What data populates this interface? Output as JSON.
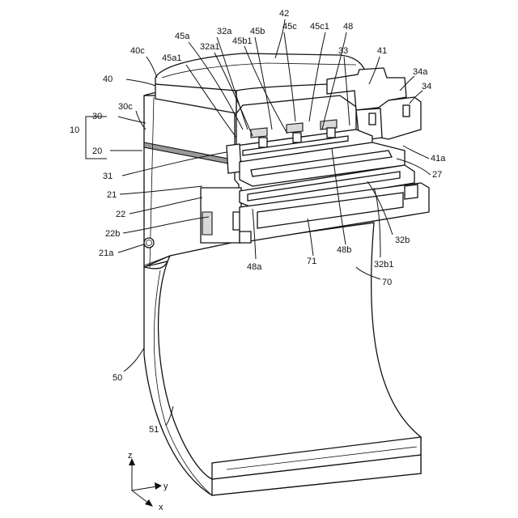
{
  "labels": {
    "l42": "42",
    "l45c": "45c",
    "l45c1": "45c1",
    "l48": "48",
    "l32a": "32a",
    "l45b": "45b",
    "l45a": "45a",
    "l32a1": "32a1",
    "l45b1": "45b1",
    "l40c": "40c",
    "l45a1": "45a1",
    "l33": "33",
    "l41": "41",
    "l40": "40",
    "l34a": "34a",
    "l34": "34",
    "l10": "10",
    "l30": "30",
    "l30c": "30c",
    "l20": "20",
    "l41a": "41a",
    "l31": "31",
    "l27": "27",
    "l21": "21",
    "l22": "22",
    "l22b": "22b",
    "l21a": "21a",
    "l48a": "48a",
    "l71": "71",
    "l48b": "48b",
    "l32b": "32b",
    "l32b1": "32b1",
    "l70": "70",
    "l50": "50",
    "l51": "51"
  },
  "axes": {
    "z": "z",
    "y": "y",
    "x": "x"
  }
}
